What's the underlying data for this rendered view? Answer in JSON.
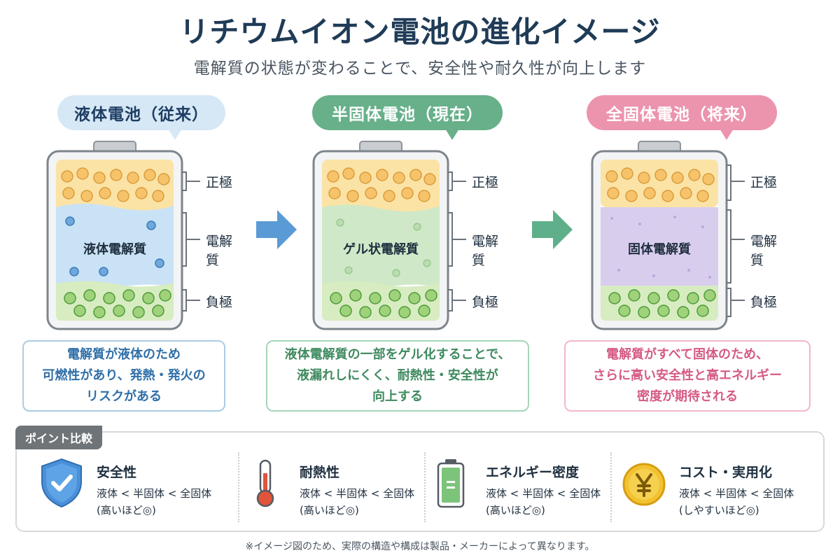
{
  "title": "リチウムイオン電池の進化イメージ",
  "subtitle": "電解質の状態が変わることで、安全性や耐久性が向上します",
  "stages": [
    {
      "label": "液体電池（従来）",
      "electrolyte_label": "液体電解質",
      "electrolyte_color": "#c9e2f5",
      "desc": [
        "電解質が液体のため",
        "可燃性があり、発熱・発火の",
        "リスクがある"
      ],
      "accent": "#2f6fa8"
    },
    {
      "label": "半固体電池（現在）",
      "electrolyte_label": "ゲル状電解質",
      "electrolyte_color": "#cfe8c8",
      "desc": [
        "液体電解質の一部をゲル化することで、",
        "液漏れしにくく、耐熱性・安全性が",
        "向上する"
      ],
      "accent": "#3e8a5f"
    },
    {
      "label": "全固体電池（将来）",
      "electrolyte_label": "固体電解質",
      "electrolyte_color": "#d9cdee",
      "desc": [
        "電解質がすべて固体のため、",
        "さらに高い安全性と高エネルギー",
        "密度が期待される"
      ],
      "accent": "#d55a83"
    }
  ],
  "layers": {
    "positive": "正極",
    "electrolyte": "電解質",
    "negative": "負極"
  },
  "compare": {
    "tag": "ポイント比較",
    "items": [
      {
        "title": "安全性",
        "rank": "液体 < 半固体 < 全固体",
        "note": "(高いほど◎)",
        "icon": "shield-check-icon"
      },
      {
        "title": "耐熱性",
        "rank": "液体 < 半固体 < 全固体",
        "note": "(高いほど◎)",
        "icon": "thermometer-icon"
      },
      {
        "title": "エネルギー密度",
        "rank": "液体 < 半固体 < 全固体",
        "note": "(高いほど◎)",
        "icon": "battery-icon"
      },
      {
        "title": "コスト・実用化",
        "rank": "液体 < 半固体 < 全固体",
        "note": "(しやすいほど◎)",
        "icon": "yen-coin-icon"
      }
    ]
  },
  "footnote": "※イメージ図のため、実際の構造や構成は製品・メーカーによって異なります。",
  "colors": {
    "positive_layer": "#fbe3a6",
    "negative_layer": "#d7ecc0",
    "arrow_blue": "#5b9bd5",
    "arrow_green": "#5fb08a"
  }
}
